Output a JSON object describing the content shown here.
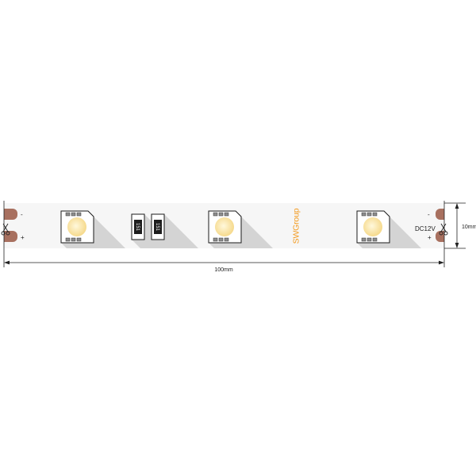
{
  "strip": {
    "left_polarity": {
      "minus": "-",
      "plus": "+"
    },
    "right_polarity": {
      "minus": "-",
      "plus": "+"
    },
    "resistors": [
      {
        "marking": "151"
      },
      {
        "marking": "151"
      }
    ],
    "brand": "SWGroup",
    "voltage": "DC12V"
  },
  "dimensions": {
    "length": "100mm",
    "width": "10mm"
  },
  "icons": {
    "cut_mark": "scissors-icon"
  },
  "colors": {
    "strip": "#f6f6f6",
    "shadow": "#d4d4d4",
    "pad": "#a8705f",
    "led_body": "#ffffff",
    "led_pin": "#8e8e8e",
    "phosphor_center": "#fff8dc",
    "phosphor_edge": "#f5d785",
    "resistor_frame": "#ffffff",
    "resistor_body": "#1e1e1e",
    "resistor_text": "#ffffff",
    "brand": "#f39a1e",
    "line": "#222222"
  }
}
